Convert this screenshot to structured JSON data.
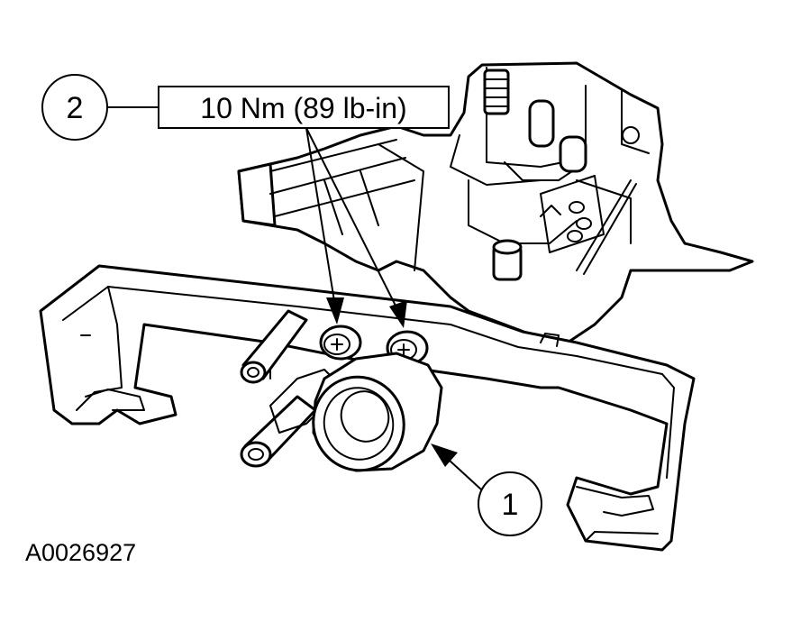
{
  "callouts": {
    "part_1": "1",
    "part_2": "2",
    "torque_spec": "10 Nm (89 lb-in)"
  },
  "figure_id": "A0026927"
}
